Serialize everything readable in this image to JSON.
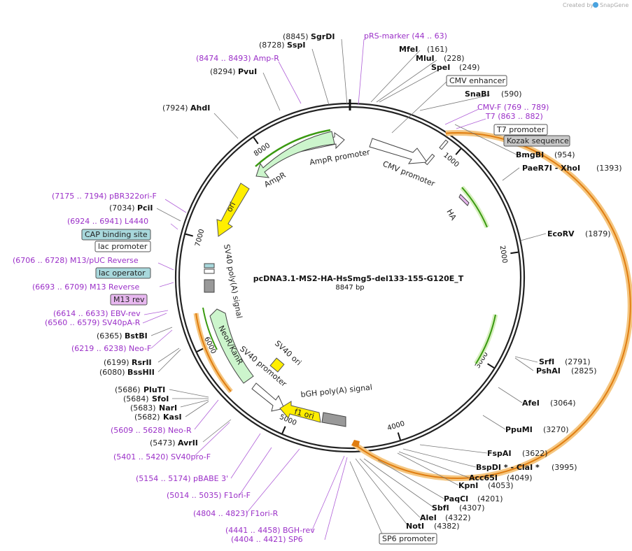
{
  "credit": {
    "prefix": "Created by",
    "brand": "SnapGene"
  },
  "plasmid": {
    "name": "pcDNA3.1-MS2-HA-HsSmg5-del133-155-G120E_T",
    "length": "8847 bp"
  },
  "ticks": [
    "1000",
    "2000",
    "3000",
    "4000",
    "5000",
    "6000",
    "7000",
    "8000"
  ],
  "features": [
    {
      "name": "CMV promoter"
    },
    {
      "name": "AmpR promoter"
    },
    {
      "name": "AmpR"
    },
    {
      "name": "ori"
    },
    {
      "name": "HA"
    },
    {
      "name": "SV40 poly(A) signal"
    },
    {
      "name": "NeoR/KanR"
    },
    {
      "name": "SV40 promoter"
    },
    {
      "name": "SV40 ori"
    },
    {
      "name": "f1 ori"
    },
    {
      "name": "bGH poly(A) signal"
    }
  ],
  "boxed_labels": {
    "cmv_enhancer": "CMV enhancer",
    "t7_promoter": "T7 promoter",
    "kozak": "Kozak sequence",
    "cap_site": "CAP binding site",
    "lac_promoter": "lac promoter",
    "lac_operator": "lac operator",
    "m13_rev": "M13 rev",
    "sp6_promoter": "SP6 promoter"
  },
  "sites": [
    {
      "pos": "(8845)",
      "name": "SgrDI"
    },
    {
      "pos": "(8728)",
      "name": "SspI"
    },
    {
      "pos": "(8294)",
      "name": "PvuI"
    },
    {
      "pos": "(7924)",
      "name": "AhdI"
    },
    {
      "pos": "(7034)",
      "name": "PciI"
    },
    {
      "pos": "(6365)",
      "name": "BstBI"
    },
    {
      "pos": "(6199)",
      "name": "RsrII"
    },
    {
      "pos": "(6080)",
      "name": "BssHII"
    },
    {
      "pos": "(5686)",
      "name": "PluTI"
    },
    {
      "pos": "(5684)",
      "name": "SfoI"
    },
    {
      "pos": "(5683)",
      "name": "NarI"
    },
    {
      "pos": "(5682)",
      "name": "KasI"
    },
    {
      "pos": "(5473)",
      "name": "AvrII"
    },
    {
      "name": "MfeI",
      "pos": "(161)"
    },
    {
      "name": "MluI",
      "pos": "(228)"
    },
    {
      "name": "SpeI",
      "pos": "(249)"
    },
    {
      "name": "SnaBI",
      "pos": "(590)"
    },
    {
      "name": "BmgBI",
      "pos": "(954)"
    },
    {
      "name": "PaeR7I  - XhoI",
      "pos": "(1393)"
    },
    {
      "name": "EcoRV",
      "pos": "(1879)"
    },
    {
      "name": "SrfI",
      "pos": "(2791)"
    },
    {
      "name": "PshAI",
      "pos": "(2825)"
    },
    {
      "name": "AfeI",
      "pos": "(3064)"
    },
    {
      "name": "PpuMI",
      "pos": "(3270)"
    },
    {
      "name": "FspAI",
      "pos": "(3622)"
    },
    {
      "name": "BspDI *  - ClaI *",
      "pos": "(3995)"
    },
    {
      "name": "Acc65I",
      "pos": "(4049)"
    },
    {
      "name": "KpnI",
      "pos": "(4053)"
    },
    {
      "name": "PaqCI",
      "pos": "(4201)"
    },
    {
      "name": "SbfI",
      "pos": "(4307)"
    },
    {
      "name": "AleI",
      "pos": "(4322)"
    },
    {
      "name": "NotI",
      "pos": "(4382)"
    }
  ],
  "primers": [
    {
      "text": "pRS-marker    (44 .. 63)"
    },
    {
      "text": "(8474 .. 8493)  Amp-R"
    },
    {
      "text": "CMV-F    (769 .. 789)"
    },
    {
      "text": "T7    (863 .. 882)"
    },
    {
      "text": "(7175 .. 7194)  pBR322ori-F"
    },
    {
      "text": "(6924 .. 6941)  L4440"
    },
    {
      "text": "(6706 .. 6728)  M13/pUC Reverse"
    },
    {
      "text": "(6693 .. 6709)  M13 Reverse"
    },
    {
      "text": "(6614 .. 6633)  EBV-rev"
    },
    {
      "text": "(6560 .. 6579)  SV40pA-R"
    },
    {
      "text": "(6219 .. 6238)  Neo-F"
    },
    {
      "text": "(5609 .. 5628)  Neo-R"
    },
    {
      "text": "(5401 .. 5420)  SV40pro-F"
    },
    {
      "text": "(5154 .. 5174)  pBABE 3'"
    },
    {
      "text": "(5014 .. 5035)  F1ori-F"
    },
    {
      "text": "(4804 .. 4823)  F1ori-R"
    },
    {
      "text": "(4441 .. 4458)  BGH-rev"
    },
    {
      "text": "(4404 .. 4421)  SP6"
    }
  ],
  "colors": {
    "backbone": "#222222",
    "primer": "#9b30c8",
    "orf_orange": "#f0a030",
    "orf_green": "#3a9a10",
    "ampr_fill": "#ccf5cc",
    "ori_fill": "#ffee00",
    "gray_feature": "#999999",
    "teal_feature": "#a8d8dc",
    "purple_feature": "#e8b8f0"
  }
}
